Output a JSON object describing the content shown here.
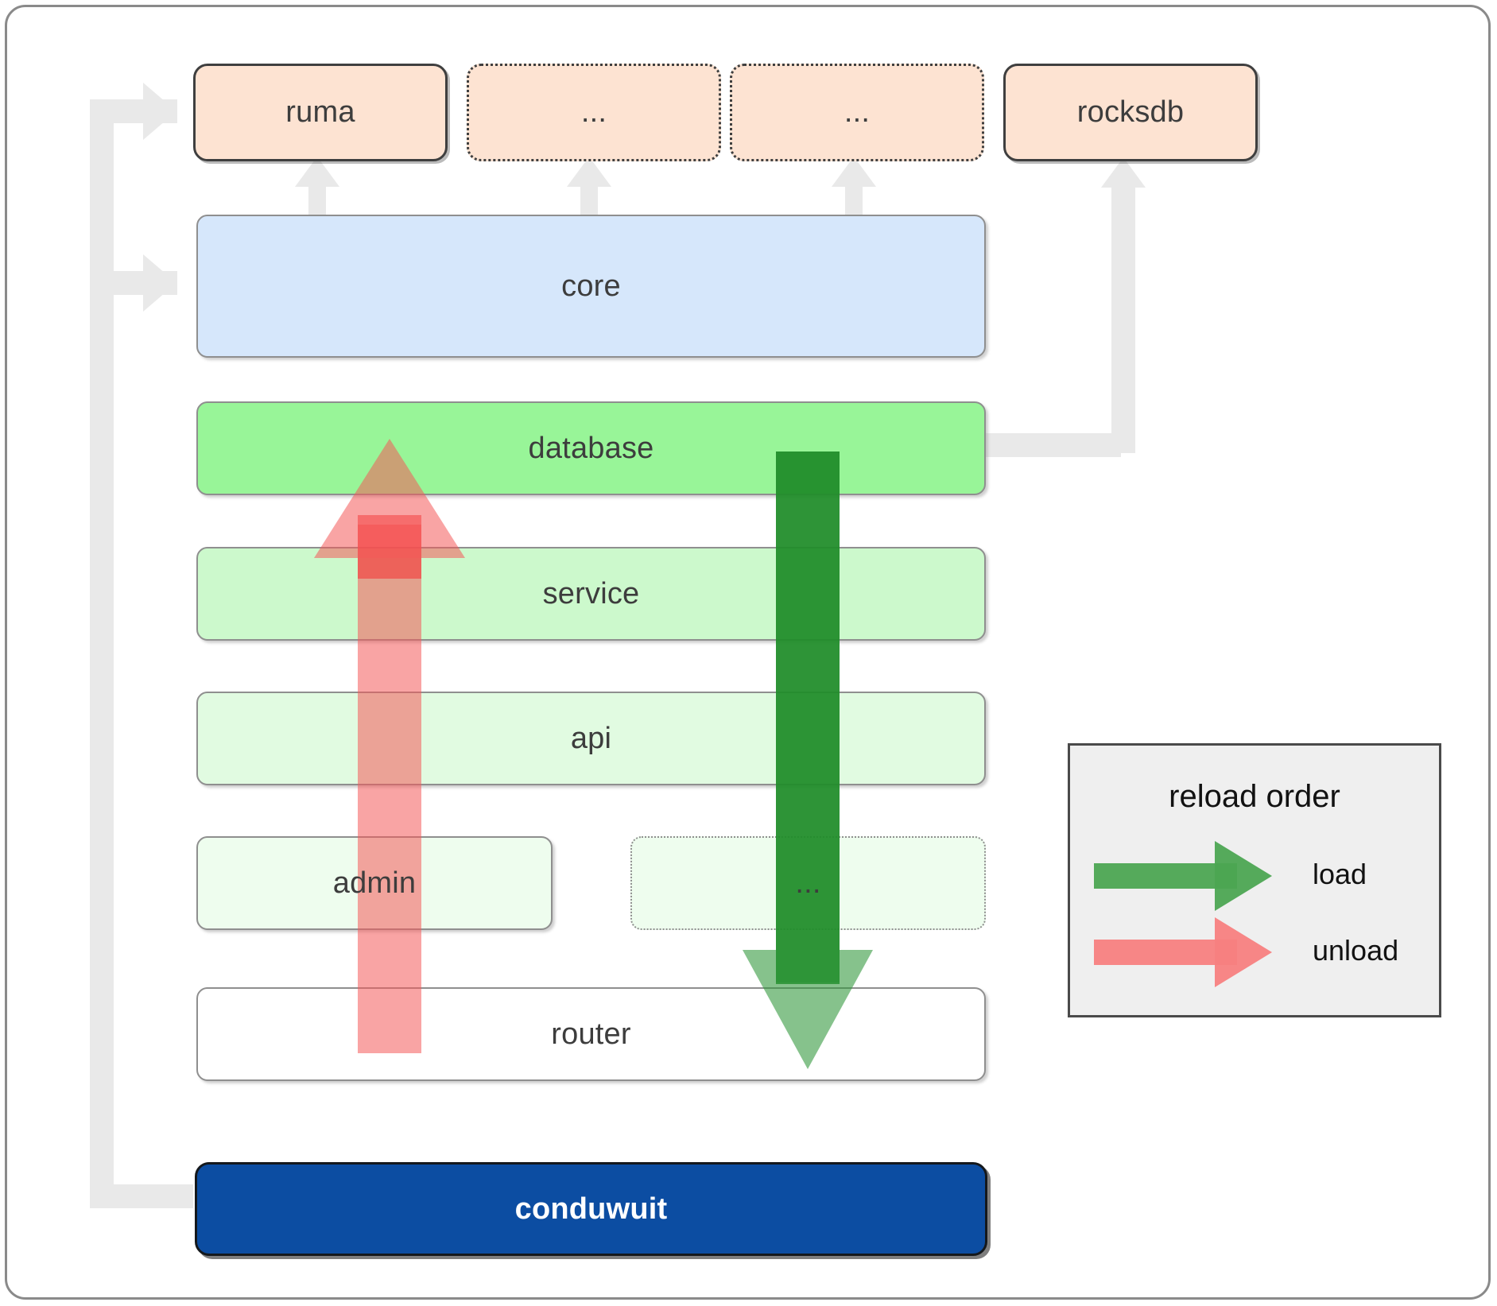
{
  "diagram": {
    "title": "conduwuit module / reload order architecture",
    "dependencies": [
      {
        "id": "ruma",
        "label": "ruma",
        "style": "solid"
      },
      {
        "id": "dep2",
        "label": "...",
        "style": "dotted"
      },
      {
        "id": "dep3",
        "label": "...",
        "style": "dotted"
      },
      {
        "id": "rocksdb",
        "label": "rocksdb",
        "style": "solid"
      }
    ],
    "layers": [
      {
        "id": "core",
        "label": "core",
        "color": "#d6e7fb",
        "style": "solid"
      },
      {
        "id": "database",
        "label": "database",
        "color": "#98f598",
        "style": "solid"
      },
      {
        "id": "service",
        "label": "service",
        "color": "#ccf9cc",
        "style": "solid"
      },
      {
        "id": "api",
        "label": "api",
        "color": "#e1fbe1",
        "style": "solid"
      },
      {
        "id": "admin",
        "label": "admin",
        "color": "#eefdee",
        "style": "solid"
      },
      {
        "id": "more",
        "label": "...",
        "color": "#eefdee",
        "style": "dotted"
      },
      {
        "id": "router",
        "label": "router",
        "color": "#ffffff",
        "style": "solid"
      }
    ],
    "root": {
      "id": "conduwuit",
      "label": "conduwuit",
      "color": "#0c4da2",
      "text_color": "#ffffff"
    },
    "legend": {
      "title": "reload order",
      "entries": [
        {
          "id": "load",
          "label": "load",
          "color": "#4ca552"
        },
        {
          "id": "unload",
          "label": "unload",
          "color": "#f78080"
        }
      ]
    },
    "flows": [
      {
        "id": "load-flow",
        "label": "load",
        "direction": "down",
        "color": "#2e9638"
      },
      {
        "id": "unload-flow",
        "label": "unload",
        "direction": "up",
        "color": "#f45a5a"
      }
    ]
  }
}
